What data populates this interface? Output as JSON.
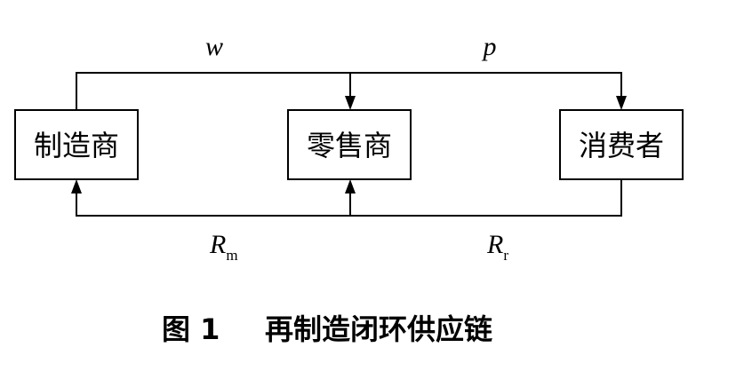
{
  "nodes": {
    "manufacturer": "制造商",
    "retailer": "零售商",
    "consumer": "消费者"
  },
  "flows": {
    "wholesale_price": "w",
    "retail_price": "p",
    "manufacturer_return": {
      "base": "R",
      "sub": "m"
    },
    "retailer_return": {
      "base": "R",
      "sub": "r"
    }
  },
  "caption": {
    "figure_number": "图 1",
    "title": "再制造闭环供应链"
  }
}
